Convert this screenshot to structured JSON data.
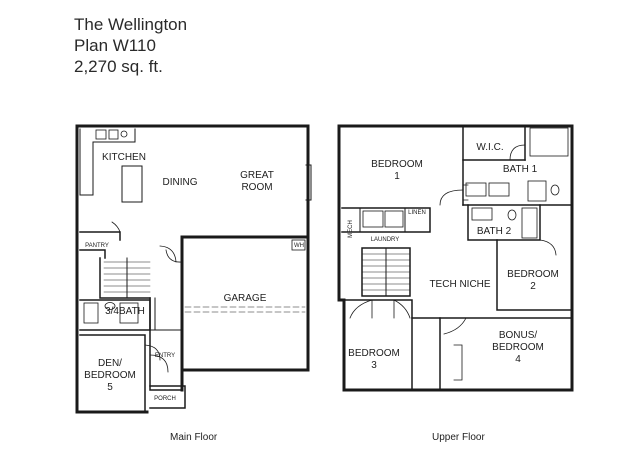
{
  "header": {
    "name": "The Wellington",
    "plan": "Plan W110",
    "area": "2,270 sq. ft."
  },
  "main_floor": {
    "caption": "Main Floor",
    "rooms": {
      "kitchen": "KITCHEN",
      "dining": "DINING",
      "great_room_1": "GREAT",
      "great_room_2": "ROOM",
      "pantry": "PANTRY",
      "wh": "WH",
      "garage": "GARAGE",
      "bath": "3/4BATH",
      "den_1": "DEN/",
      "den_2": "BEDROOM",
      "den_3": "5",
      "entry": "ENTRY",
      "porch": "PORCH"
    }
  },
  "upper_floor": {
    "caption": "Upper Floor",
    "rooms": {
      "bedroom1_1": "BEDROOM",
      "bedroom1_2": "1",
      "wic": "W.I.C.",
      "bath1": "BATH 1",
      "mech": "MECH",
      "linen": "LINEN",
      "laundry": "LAUNDRY",
      "bath2": "BATH 2",
      "tech_niche": "TECH NICHE",
      "bedroom2_1": "BEDROOM",
      "bedroom2_2": "2",
      "bedroom3_1": "BEDROOM",
      "bedroom3_2": "3",
      "bonus_1": "BONUS/",
      "bonus_2": "BEDROOM",
      "bonus_3": "4"
    }
  }
}
